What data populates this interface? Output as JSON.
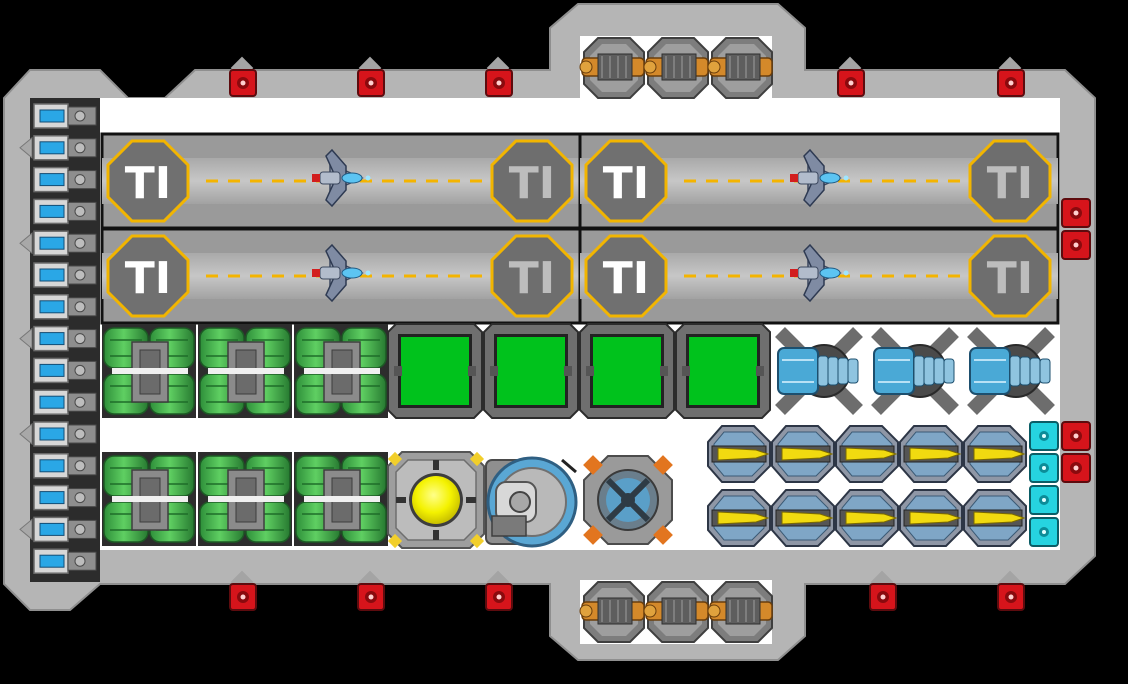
{
  "ship": {
    "name": "",
    "colors": {
      "hull": "#b8b8b8",
      "hull_dark": "#8e8e8e",
      "deck_floor": "#ffffff",
      "hangar_floor": "#9a9a9a",
      "pad_outline": "#f2b500",
      "pad_fill": "#6c6c6c",
      "runway_dash": "#f4b400",
      "storage_green": "#39b54a",
      "armor_panel_green": "#00c21c",
      "reactor_yellow": "#f6f500",
      "warning_red": "#d6141b",
      "shield_cyan": "#26d3e0",
      "thruster_blue": "#2aa7e6",
      "cannon_orange": "#d4892a",
      "turret_blue": "#4aa9d6",
      "missile_yellow": "#f1da10"
    },
    "hangars": [
      {
        "id": "hangar-1",
        "pad_letter": "TI",
        "fighter": "blue-fighter-icon"
      },
      {
        "id": "hangar-2",
        "pad_letter": "TI",
        "fighter": "blue-fighter-icon"
      },
      {
        "id": "hangar-3",
        "pad_letter": "TI",
        "fighter": "blue-fighter-icon"
      },
      {
        "id": "hangar-4",
        "pad_letter": "TI",
        "fighter": "blue-fighter-icon"
      }
    ],
    "counts": {
      "rear_thrusters": 15,
      "top_red_lights": 5,
      "bottom_red_lights": 5,
      "top_cannons": 3,
      "bottom_cannons": 3,
      "green_storage_tanks": 6,
      "green_armor_panels": 4,
      "plasma_turrets": 3,
      "missile_launchers": 10,
      "shield_emitters": 4,
      "side_red_lights": 4
    },
    "modules": [
      {
        "name": "reactor-core",
        "icon": "reactor-core-icon"
      },
      {
        "name": "radar-dish",
        "icon": "radar-dish-icon"
      },
      {
        "name": "gyro-engine",
        "icon": "gyro-engine-icon"
      }
    ]
  }
}
